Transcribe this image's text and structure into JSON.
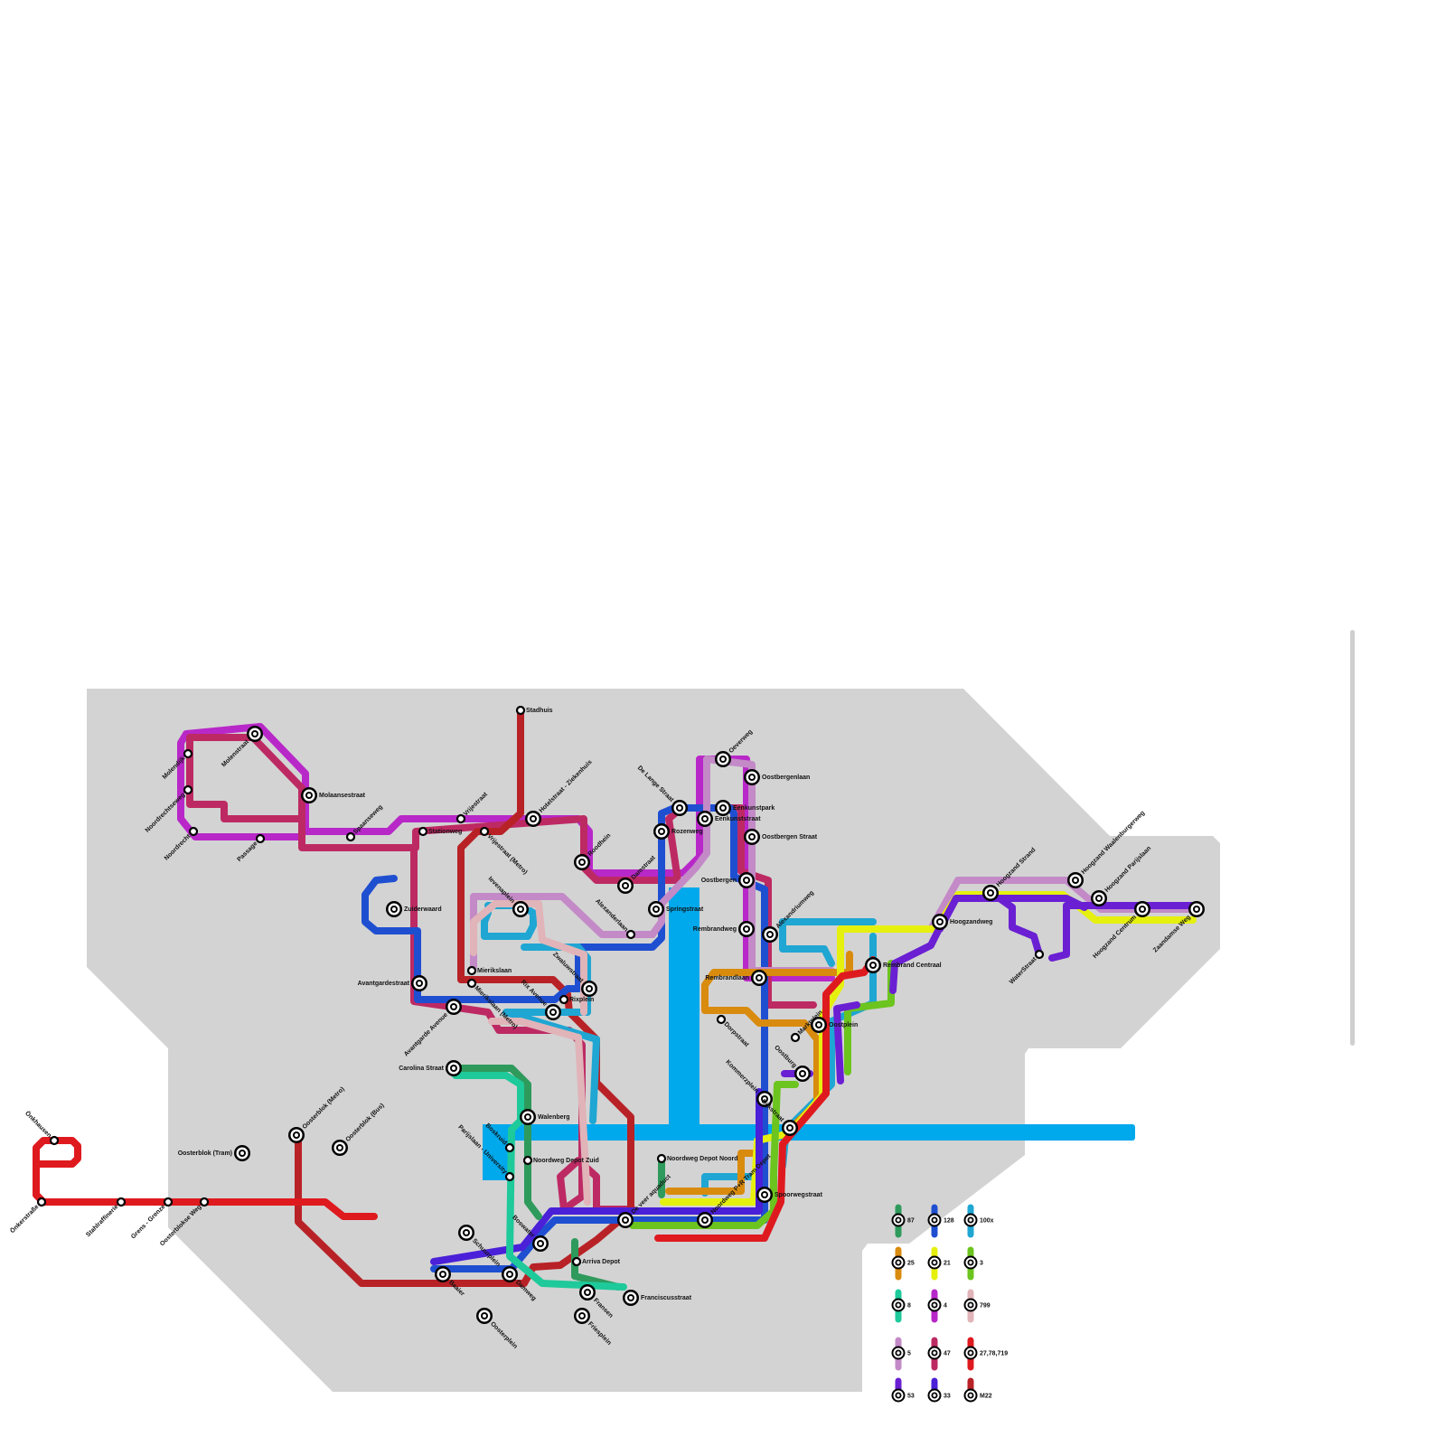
{
  "map": {
    "land_color": "#d3d3d3",
    "water_color": "#00a8ec",
    "stations": [
      {
        "id": "stadhuis",
        "name": "Stadhuis",
        "type": "stop"
      },
      {
        "id": "molenstraat",
        "name": "Molenstraat",
        "type": "hub"
      },
      {
        "id": "molendijk",
        "name": "Molendijk",
        "type": "stop"
      },
      {
        "id": "noordrechtseweg",
        "name": "Noordrechtseweg",
        "type": "stop"
      },
      {
        "id": "noordrecht",
        "name": "Noordrecht",
        "type": "stop"
      },
      {
        "id": "passage",
        "name": "Passage",
        "type": "stop"
      },
      {
        "id": "molaansestraat",
        "name": "Molaansestraat",
        "type": "hub"
      },
      {
        "id": "spaanseweg",
        "name": "Spaanseweg",
        "type": "stop"
      },
      {
        "id": "stationweg",
        "name": "Stationweg",
        "type": "stop"
      },
      {
        "id": "vrijestraat",
        "name": "Vrijestraat",
        "type": "stop"
      },
      {
        "id": "vrijestraat_metro",
        "name": "Vrijestraat (Metro)",
        "type": "stop"
      },
      {
        "id": "hotelstraat",
        "name": "Hotelstraat - Ziekenhuis",
        "type": "hub"
      },
      {
        "id": "roodhein",
        "name": "Roodhein",
        "type": "hub"
      },
      {
        "id": "damstraat",
        "name": "Damstraat",
        "type": "hub"
      },
      {
        "id": "delangestraat",
        "name": "De Lange Straat",
        "type": "hub"
      },
      {
        "id": "rozenweg",
        "name": "Rozenweg",
        "type": "hub"
      },
      {
        "id": "oeverweg",
        "name": "Oeverweg",
        "type": "hub"
      },
      {
        "id": "oostbergenlaan",
        "name": "Oostbergenlaan",
        "type": "hub"
      },
      {
        "id": "eenkunstpark",
        "name": "Eenkunstpark",
        "type": "hub"
      },
      {
        "id": "eenkunststraat",
        "name": "Eenkunststraat",
        "type": "hub"
      },
      {
        "id": "oostbergenstraat",
        "name": "Oostbergen Straat",
        "type": "hub"
      },
      {
        "id": "zuiderwaard",
        "name": "Zuiderwaard",
        "type": "hub"
      },
      {
        "id": "ievenaplein",
        "name": "Ievenaplein",
        "type": "hub"
      },
      {
        "id": "springstraat",
        "name": "Springstraat",
        "type": "hub"
      },
      {
        "id": "alexanderlaan",
        "name": "Alexanderlaan",
        "type": "stop"
      },
      {
        "id": "oostbergen",
        "name": "Oostbergen",
        "type": "hub"
      },
      {
        "id": "rembrandweg",
        "name": "Rembrandweg",
        "type": "hub"
      },
      {
        "id": "alexandriumweg",
        "name": "Alexandriumweg",
        "type": "hub"
      },
      {
        "id": "rembrandlaan",
        "name": "Rembrandlaan",
        "type": "hub"
      },
      {
        "id": "mierikslaan",
        "name": "Mierikslaan",
        "type": "stop"
      },
      {
        "id": "mierikslaan_metro",
        "name": "Mierikslaan (Metro)",
        "type": "stop"
      },
      {
        "id": "avantgardestraat",
        "name": "Avantgardestraat",
        "type": "hub"
      },
      {
        "id": "avantgarde_avenue",
        "name": "Avantgarde Avenue",
        "type": "hub"
      },
      {
        "id": "zwaluwstraat",
        "name": "Zwaluwstraat",
        "type": "hub"
      },
      {
        "id": "rixplein",
        "name": "Rixplein",
        "type": "stop"
      },
      {
        "id": "rixavenue",
        "name": "Rix Avenue",
        "type": "hub"
      },
      {
        "id": "dorpstraat",
        "name": "Dorpstraat",
        "type": "stop"
      },
      {
        "id": "marktplein",
        "name": "Marktplein",
        "type": "stop"
      },
      {
        "id": "oostplein",
        "name": "Oostplein",
        "type": "hub"
      },
      {
        "id": "rembrandcentraal",
        "name": "Rembrand Centraal",
        "type": "hub"
      },
      {
        "id": "hoogzandweg",
        "name": "Hoogzandweg",
        "type": "hub"
      },
      {
        "id": "hoogzandstrand",
        "name": "Hoogzand Strand",
        "type": "hub"
      },
      {
        "id": "hoogzandwaalenburgerweg",
        "name": "Hoogzand Waalenburgerweg",
        "type": "hub"
      },
      {
        "id": "hoogzandparijslaan",
        "name": "Hoogzand Parijslaan",
        "type": "hub"
      },
      {
        "id": "hoogzandcentrum",
        "name": "Hoogzand Centrum",
        "type": "hub"
      },
      {
        "id": "zaandamseweg",
        "name": "Zaandamse Weg",
        "type": "hub"
      },
      {
        "id": "waterstraat",
        "name": "WaterStraat",
        "type": "stop"
      },
      {
        "id": "oostburg",
        "name": "Oostburg",
        "type": "hub"
      },
      {
        "id": "kommerzplein",
        "name": "Kommerzplein",
        "type": "hub"
      },
      {
        "id": "dijkstraat",
        "name": "Dijkstraat",
        "type": "hub"
      },
      {
        "id": "carolinastraat",
        "name": "Carolina Straat",
        "type": "hub"
      },
      {
        "id": "walenberg",
        "name": "Walenberg",
        "type": "hub"
      },
      {
        "id": "boskruid",
        "name": "Boskruid",
        "type": "stop"
      },
      {
        "id": "parijslaan_university",
        "name": "Parijslaan - University",
        "type": "stop"
      },
      {
        "id": "noordweg_depot_zuid",
        "name": "Noordweg Depot Zuid",
        "type": "stop"
      },
      {
        "id": "noordweg_depot_noord",
        "name": "Noordweg Depot Noord",
        "type": "stop"
      },
      {
        "id": "noordweg_pr",
        "name": "Noordweg P+R Tram Depot",
        "type": "hub"
      },
      {
        "id": "spoorwegstraat",
        "name": "Spoorwegstraat",
        "type": "hub"
      },
      {
        "id": "deveeraquaduct",
        "name": "De veer aquaduct",
        "type": "hub"
      },
      {
        "id": "oosterblok_tram",
        "name": "Oosterblok (Tram)",
        "type": "hub"
      },
      {
        "id": "oosterblok_metro",
        "name": "Oosterblok (Metro)",
        "type": "hub"
      },
      {
        "id": "oosterblok_bus",
        "name": "Oosterblok (Bus)",
        "type": "hub"
      },
      {
        "id": "onkhausen",
        "name": "Önkhausen",
        "type": "stop"
      },
      {
        "id": "onkerstrasse",
        "name": "Önkerstraße",
        "type": "stop"
      },
      {
        "id": "stahlraffinerie",
        "name": "Stahlraffinerie",
        "type": "stop"
      },
      {
        "id": "grens",
        "name": "Grens - Grenze",
        "type": "stop"
      },
      {
        "id": "oosterblokseweg",
        "name": "Oosterblokse Weg",
        "type": "stop"
      },
      {
        "id": "schuurplein",
        "name": "Schuurplein",
        "type": "hub"
      },
      {
        "id": "boswater",
        "name": "Boswater",
        "type": "hub"
      },
      {
        "id": "baaier",
        "name": "Baaier",
        "type": "hub"
      },
      {
        "id": "damweg",
        "name": "Damweg",
        "type": "hub"
      },
      {
        "id": "arrivadepot",
        "name": "Arriva Depot",
        "type": "stop"
      },
      {
        "id": "fransen",
        "name": "Fransen",
        "type": "hub"
      },
      {
        "id": "franciscusstraat",
        "name": "Franciscusstraat",
        "type": "hub"
      },
      {
        "id": "oosterplein",
        "name": "Oosterplein",
        "type": "hub"
      },
      {
        "id": "friesplein",
        "name": "Friesplein",
        "type": "hub"
      }
    ],
    "lines": [
      {
        "id": "87",
        "color": "#2e9a5c"
      },
      {
        "id": "128",
        "color": "#1f4fd1"
      },
      {
        "id": "100x",
        "color": "#1fa6d3"
      },
      {
        "id": "25",
        "color": "#d98b0e"
      },
      {
        "id": "21",
        "color": "#e6f00f"
      },
      {
        "id": "3",
        "color": "#6cc41f"
      },
      {
        "id": "8",
        "color": "#1ec99a"
      },
      {
        "id": "4",
        "color": "#b828c8"
      },
      {
        "id": "799",
        "color": "#e0b4b8"
      },
      {
        "id": "5",
        "color": "#c38ac7"
      },
      {
        "id": "47",
        "color": "#bd2a63"
      },
      {
        "id": "27,78,719",
        "color": "#df1a1f"
      },
      {
        "id": "53",
        "color": "#6a1fd3"
      },
      {
        "id": "33",
        "color": "#4a20d8"
      },
      {
        "id": "M22",
        "color": "#b82226"
      }
    ]
  },
  "legend": {
    "items": [
      {
        "label": "87",
        "color": "#2e9a5c"
      },
      {
        "label": "128",
        "color": "#1f4fd1"
      },
      {
        "label": "100x",
        "color": "#1fa6d3"
      },
      {
        "label": "25",
        "color": "#d98b0e"
      },
      {
        "label": "21",
        "color": "#e6f00f"
      },
      {
        "label": "3",
        "color": "#6cc41f"
      },
      {
        "label": "8",
        "color": "#1ec99a"
      },
      {
        "label": "4",
        "color": "#b828c8"
      },
      {
        "label": "799",
        "color": "#e0b4b8"
      },
      {
        "label": "5",
        "color": "#c38ac7"
      },
      {
        "label": "47",
        "color": "#bd2a63"
      },
      {
        "label": "27,78,719",
        "color": "#df1a1f"
      },
      {
        "label": "53",
        "color": "#6a1fd3"
      },
      {
        "label": "33",
        "color": "#4a20d8"
      },
      {
        "label": "M22",
        "color": "#b82226"
      }
    ]
  }
}
